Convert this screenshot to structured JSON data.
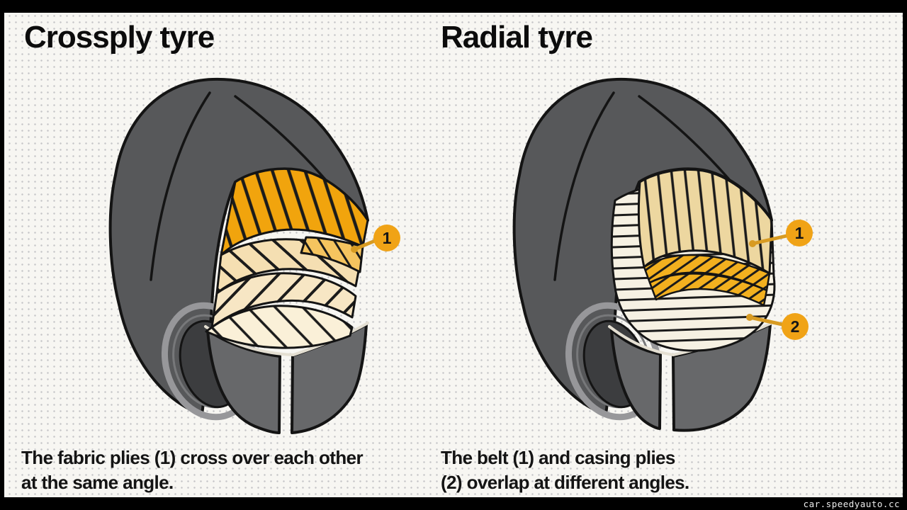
{
  "frame": {
    "watermark": "car.speedyauto.cc"
  },
  "left_panel": {
    "title": "Crossply tyre",
    "caption": [
      "The fabric plies (1) cross over each other",
      "at the same angle."
    ],
    "callouts": [
      {
        "label": "1"
      }
    ]
  },
  "right_panel": {
    "title": "Radial tyre",
    "caption": [
      "The belt (1) and casing plies",
      "(2) overlap at different angles."
    ],
    "callouts": [
      {
        "label": "1"
      },
      {
        "label": "2"
      }
    ]
  },
  "colors": {
    "background": "#F7F6F2",
    "frame": "#000000",
    "tyre_body": "#57585A",
    "tyre_liner": "#67686A",
    "tyre_hole": "#3C3D3F",
    "ply_orange": "#F1A40D",
    "ply_cream": "#F5DFB2",
    "ply_pale": "#FAF0D8",
    "crown_tan": "#EDD7A0",
    "belt_gold": "#F2B01F",
    "casing_white": "#F6F1E3",
    "callout": "#F0A316",
    "leader": "#D89B22"
  }
}
